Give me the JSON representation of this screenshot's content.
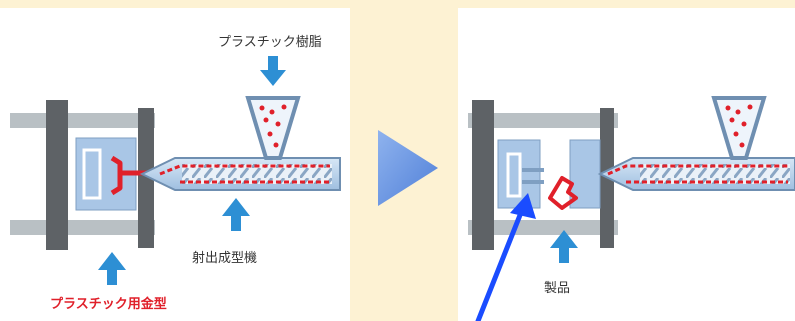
{
  "left_panel": {
    "resin_label": "プラスチック樹脂",
    "machine_label": "射出成型機",
    "mold_label": "プラスチック用金型"
  },
  "right_panel": {
    "product_label": "製品"
  },
  "colors": {
    "background": "#fdf2d3",
    "panel": "#ffffff",
    "frame": "#5e6266",
    "rail": "#b9c0c4",
    "mold_blue": "#a9c6e6",
    "arrow_blue": "#2d8fd4",
    "transition_arrow": "#5b8fe0",
    "pointer": "#1a4cff",
    "resin_red": "#e0202a"
  },
  "icons": [
    "down-arrow-icon",
    "up-arrow-icon",
    "next-step-arrow-icon",
    "pointer-arrow-icon"
  ]
}
